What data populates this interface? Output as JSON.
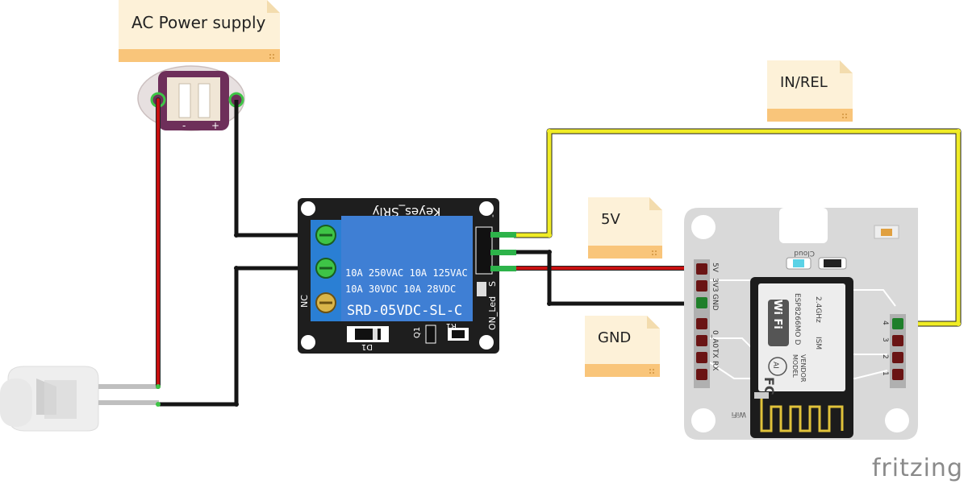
{
  "notes": {
    "ac_power": "AC Power supply",
    "in_rel": "IN/REL",
    "v5": "5V",
    "gnd": "GND"
  },
  "relay": {
    "brand": "Keyes_SRly",
    "rating_line1": "10A 250VAC  10A 125VAC",
    "rating_line2": "10A  30VDC  10A  28VDC",
    "model": "SRD-05VDC-SL-C",
    "nc_label": "NC",
    "pin_s_label": "S",
    "on_led_label": "ON_Led",
    "d1_label": "D1",
    "q1_label": "Q1",
    "r1_label": "R1",
    "minus_label": "-"
  },
  "power_connector": {
    "minus": "-",
    "plus": "+"
  },
  "wifi_board": {
    "header_left_labels": [
      "5V",
      "3V3",
      "GND"
    ],
    "header_left_labels2": [
      "0_A0",
      "TX",
      "RX"
    ],
    "header_right_labels": [
      "4",
      "3",
      "2",
      "1"
    ],
    "cloud_label": "Cloud",
    "wifi_label": "WiFi",
    "module_model": "ESP8266MO D",
    "module_vendor": "AI",
    "module_band": "2.4GHz",
    "module_ism": "ISM",
    "model_tag": "MODEL",
    "vendor_tag": "VENDOR",
    "fc": "FC",
    "wifi_logo": "Wi Fi"
  },
  "brand": "fritzing",
  "colors": {
    "wire_red": "#c81010",
    "wire_black": "#151515",
    "wire_yellow": "#f0ec26",
    "relay_board": "#1e1e1e",
    "relay_coil": "#3f7fd4",
    "terminal_green": "#3ec446",
    "board_gray": "#d9d9d9"
  }
}
